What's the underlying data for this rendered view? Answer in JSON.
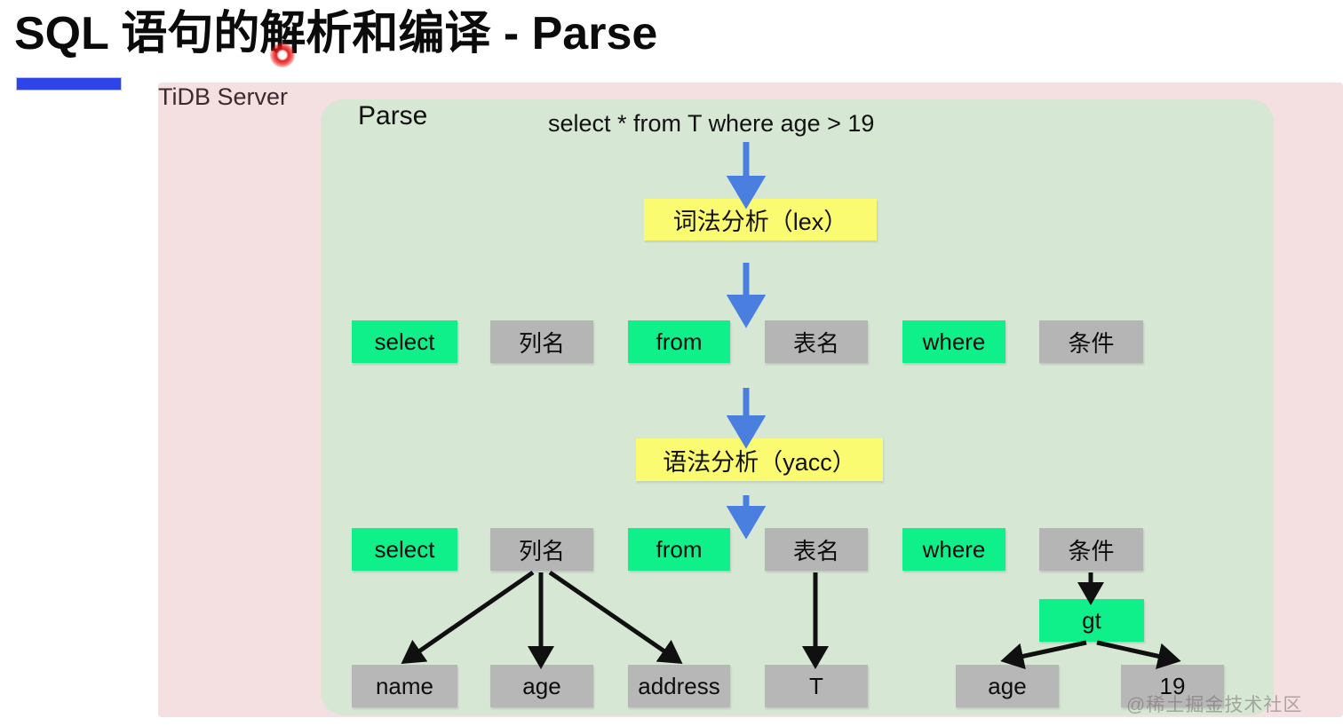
{
  "slide": {
    "title": "SQL 语句的解析和编译 - Parse",
    "accent_color": "#2c44e8",
    "cursor_color": "#e81414"
  },
  "panels": {
    "outer_label": "TiDB Server",
    "outer_color": "#f4dfe1",
    "inner_label": "Parse",
    "inner_color": "#d6e7d4"
  },
  "query": {
    "statement": "select * from T where age > 19"
  },
  "stages": {
    "lex": "词法分析（lex）",
    "yacc": "语法分析（yacc）",
    "color": "#fbfb72"
  },
  "colors": {
    "keyword_box": "#0ff08a",
    "slot_box": "#b5b5b5",
    "leaf_box": "#b7b7b7",
    "arrow_blue": "#4a7fe0",
    "arrow_black": "#101010"
  },
  "token_row_lex": [
    {
      "label": "select",
      "kind": "keyword"
    },
    {
      "label": "列名",
      "kind": "slot"
    },
    {
      "label": "from",
      "kind": "keyword"
    },
    {
      "label": "表名",
      "kind": "slot"
    },
    {
      "label": "where",
      "kind": "keyword"
    },
    {
      "label": "条件",
      "kind": "slot"
    }
  ],
  "token_row_yacc": [
    {
      "label": "select",
      "kind": "keyword"
    },
    {
      "label": "列名",
      "kind": "slot"
    },
    {
      "label": "from",
      "kind": "keyword"
    },
    {
      "label": "表名",
      "kind": "slot"
    },
    {
      "label": "where",
      "kind": "keyword"
    },
    {
      "label": "条件",
      "kind": "slot"
    }
  ],
  "operator_node": {
    "label": "gt",
    "kind": "keyword"
  },
  "leaf_row": [
    {
      "label": "name",
      "parent": "列名"
    },
    {
      "label": "age",
      "parent": "列名"
    },
    {
      "label": "address",
      "parent": "列名"
    },
    {
      "label": "T",
      "parent": "表名"
    },
    {
      "label": "age",
      "parent": "gt"
    },
    {
      "label": "19",
      "parent": "gt"
    }
  ],
  "watermark": "@稀土掘金技术社区"
}
